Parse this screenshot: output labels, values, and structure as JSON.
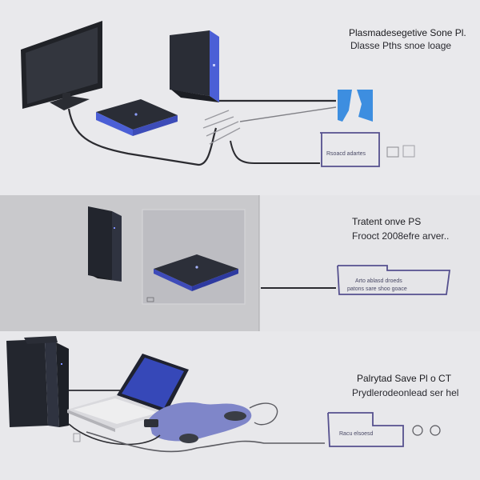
{
  "panels": [
    {
      "heading": "Plasmadesegetive Sone Pl.",
      "subheading": "Dlasse Pths snoe loage",
      "box_label": "Rsoacd adartes"
    },
    {
      "heading": "Tratent onve PS",
      "subheading": "Frooct 2008efre arver..",
      "box_label_1": "Arto ablasd droeds",
      "box_label_2": "patons sare shoo goace"
    },
    {
      "heading": "Palrytad Save Pl o CT",
      "subheading": "Prydlerodeonlead ser hel",
      "box_label": "Racu elsoesd"
    }
  ],
  "colors": {
    "accent_blue": "#4b5fd6",
    "device_dark": "#25272e",
    "link_line": "#2b2b30",
    "box_outline": "#55508e",
    "blob": "#7f86c9"
  },
  "icons": [
    "monitor-icon",
    "tower-console-icon",
    "slim-console-icon",
    "controller-icon",
    "laptop-icon",
    "router-icon"
  ]
}
